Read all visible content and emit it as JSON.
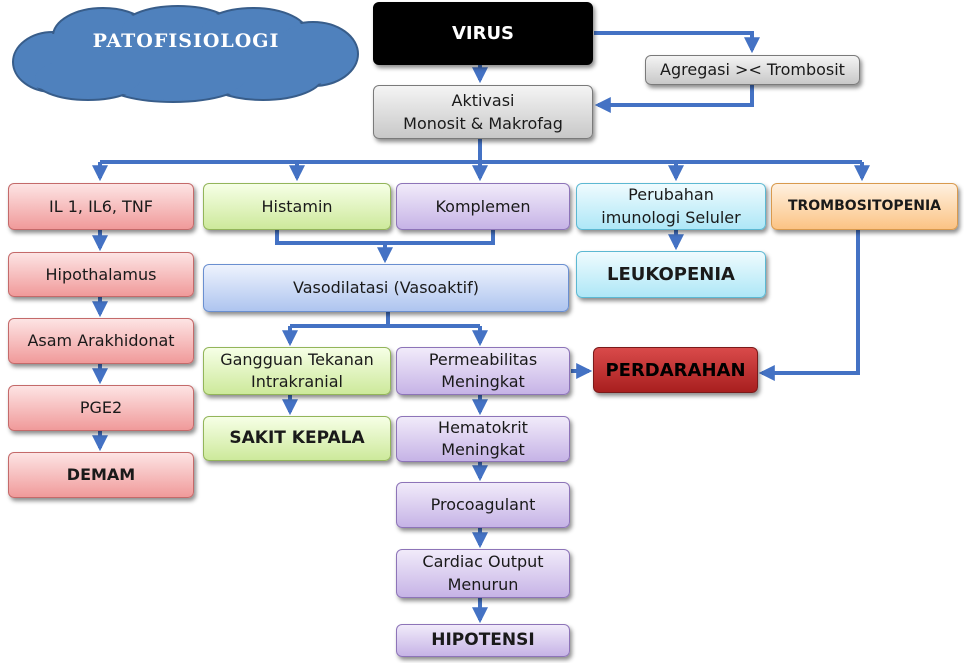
{
  "title": "PATOFISIOLOGI",
  "colors": {
    "arrow": "#4472c4",
    "cloud": "#4f81bd",
    "cloud_outline": "#385d8a"
  },
  "nodes": {
    "virus": "VIRUS",
    "agregasi": "Agregasi >< Trombosit",
    "aktivasi_1": "Aktivasi",
    "aktivasi_2": "Monosit & Makrofag",
    "il": "IL 1, IL6, TNF",
    "histamin": "Histamin",
    "komplemen": "Komplemen",
    "imunologi_1": "Perubahan",
    "imunologi_2": "imunologi Seluler",
    "trombositopenia": "TROMBOSITOPENIA",
    "hipothalamus": "Hipothalamus",
    "asam": "Asam Arakhidonat",
    "pge2": "PGE2",
    "demam": "DEMAM",
    "vasodilatasi": "Vasodilatasi (Vasoaktif)",
    "leukopenia": "LEUKOPENIA",
    "gangguan_1": "Gangguan Tekanan",
    "gangguan_2": "Intrakranial",
    "permeabilitas_1": "Permeabilitas",
    "permeabilitas_2": "Meningkat",
    "perdarahan": "PERDARAHAN",
    "sakit_kepala": "SAKIT KEPALA",
    "hematokrit_1": "Hematokrit",
    "hematokrit_2": "Meningkat",
    "procoagulant": "Procoagulant",
    "cardiac_1": "Cardiac Output",
    "cardiac_2": "Menurun",
    "hipotensi": "HIPOTENSI"
  }
}
